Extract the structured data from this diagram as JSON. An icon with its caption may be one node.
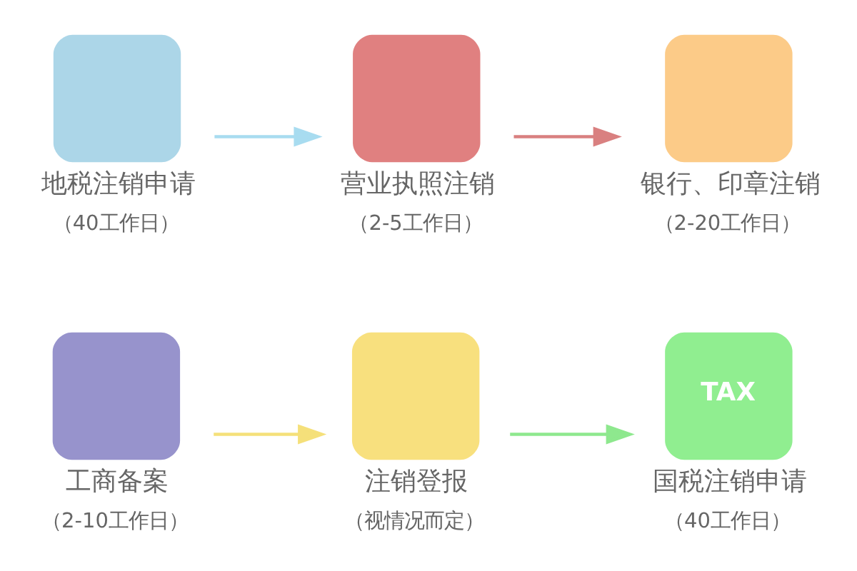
{
  "diagram": {
    "nodes": [
      {
        "text": [
          "工商备案",
          "（2-10工作日）"
        ]
      },
      {
        "text": [
          "注销登报",
          "（视情况而定）"
        ]
      },
      {
        "text": [
          "TAX",
          "国税注销申请",
          "（40工作日）"
        ]
      },
      {
        "text": [
          "地税注销申请",
          "（40工作日）"
        ]
      },
      {
        "text": [
          "营业执照注销",
          "（2-5工作日）"
        ]
      },
      {
        "text": [
          "银行、印章注销",
          "（2-20工作日）"
        ]
      }
    ],
    "edges": [
      {
        "from": 0,
        "to": 1,
        "arrow": "to",
        "color": "#f5e07a"
      },
      {
        "from": 1,
        "to": 2,
        "arrow": "to",
        "color": "#8ee88e"
      },
      {
        "from": 3,
        "to": 4,
        "arrow": "to",
        "color": "#a8dcf0"
      },
      {
        "from": 4,
        "to": 5,
        "arrow": "to",
        "color": "#d98080"
      }
    ]
  }
}
